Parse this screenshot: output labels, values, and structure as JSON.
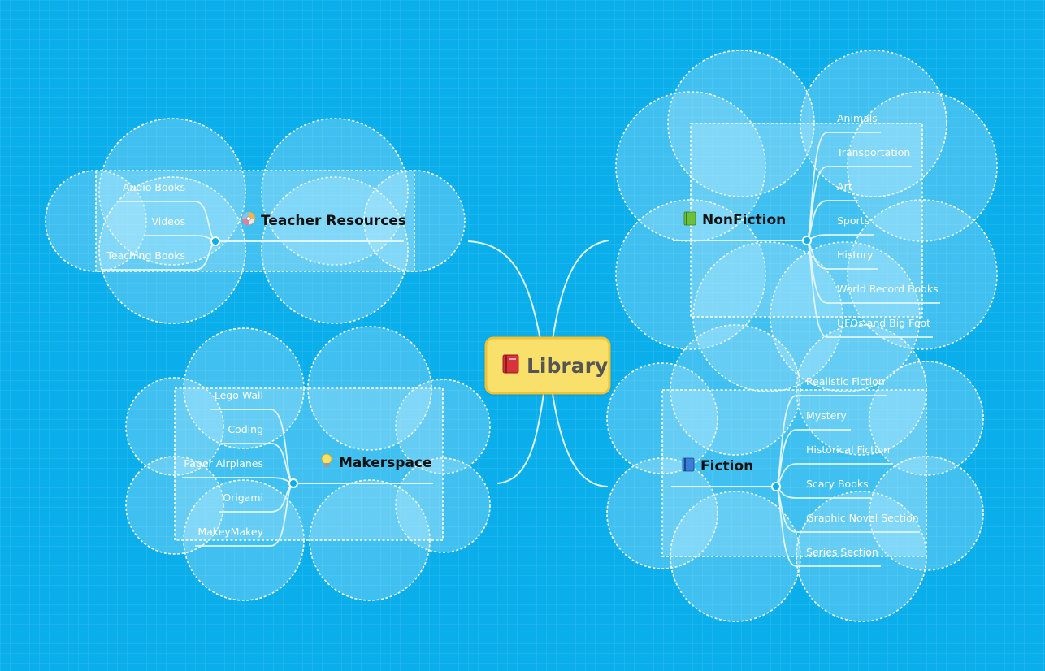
{
  "root": {
    "label": "Library",
    "icon": "red-book-icon"
  },
  "branches": [
    {
      "key": "teacher-resources",
      "label": "Teacher Resources",
      "icon": "dvd-disc-icon",
      "children": [
        "Audio Books",
        "Videos",
        "Teaching Books"
      ]
    },
    {
      "key": "makerspace",
      "label": "Makerspace",
      "icon": "lightbulb-icon",
      "children": [
        "Lego Wall",
        "Coding",
        "Paper Airplanes",
        "Origami",
        "MakeyMakey"
      ]
    },
    {
      "key": "nonfiction",
      "label": "NonFiction",
      "icon": "green-book-icon",
      "children": [
        "Animals",
        "Transportation",
        "Art",
        "Sports",
        "History",
        "World Record Books",
        "UFOs and Big Foot"
      ]
    },
    {
      "key": "fiction",
      "label": "Fiction",
      "icon": "blue-book-icon",
      "children": [
        "Realistic Fiction",
        "Mystery",
        "Historical Fiction",
        "Scary Books",
        "Graphic Novel Section",
        "Series Section"
      ]
    }
  ],
  "colors": {
    "background": "#0aaeea",
    "root_fill": "#f9e06a",
    "root_border": "#f2c230",
    "line": "#dff5ff"
  }
}
